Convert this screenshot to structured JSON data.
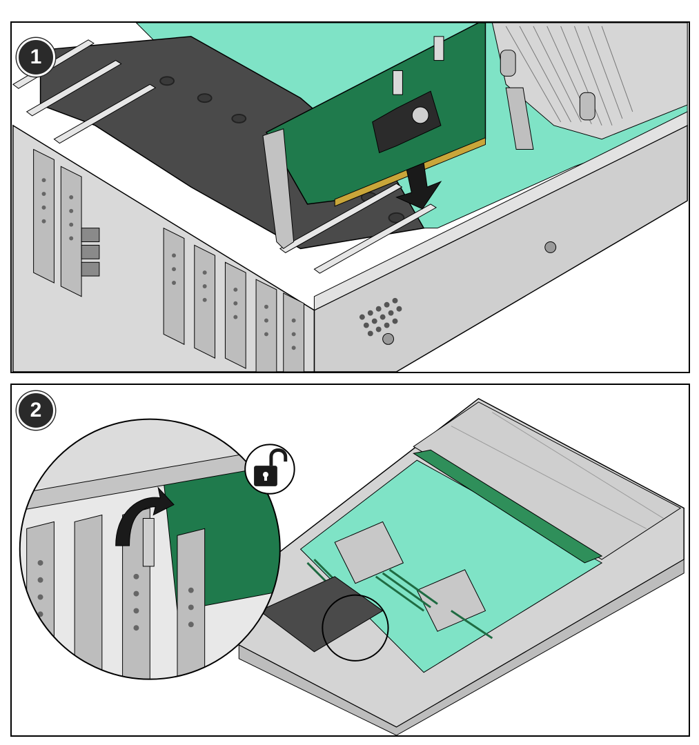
{
  "steps": [
    {
      "number": "1",
      "action": "insert-card",
      "icons": [
        "down-arrow-icon"
      ]
    },
    {
      "number": "2",
      "action": "unlock-latch",
      "icons": [
        "unlock-icon",
        "curved-arrow-icon"
      ]
    }
  ],
  "colors": {
    "pcb_green": "#1f7a4c",
    "board_mint": "#7fe3c6",
    "chassis_gray": "#c9c9c9",
    "dark_plastic": "#3a3a3a",
    "outline": "#000000",
    "badge_fill": "#2a2a2a"
  }
}
